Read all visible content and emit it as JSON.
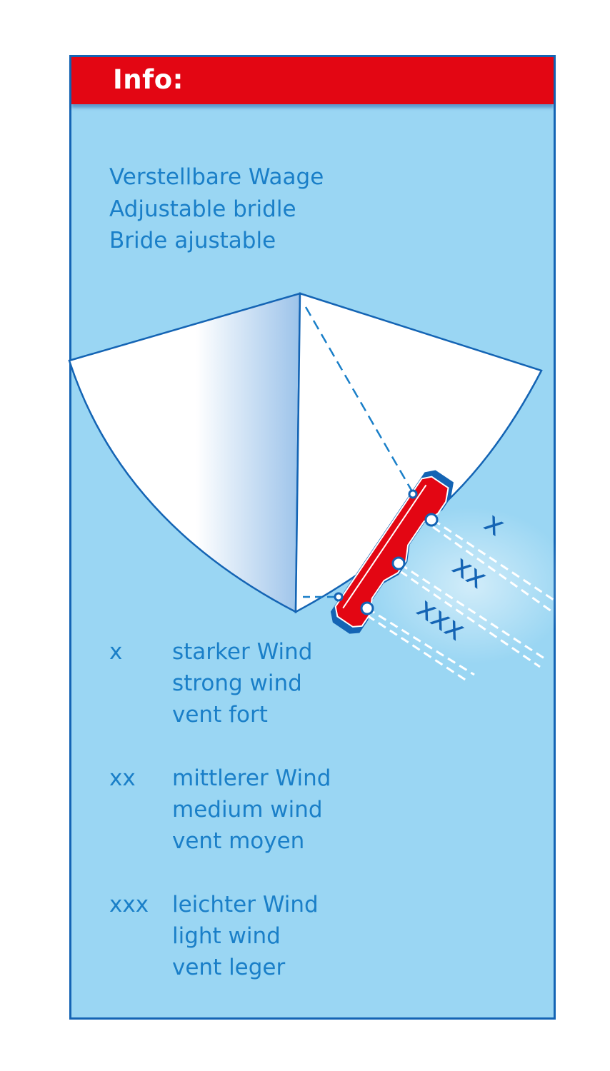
{
  "header": {
    "title": "Info:"
  },
  "intro": {
    "lines": [
      "Verstellbare Waage",
      "Adjustable bridle",
      "Bride ajustable"
    ]
  },
  "bridle_markers": [
    "x",
    "xx",
    "xxx"
  ],
  "legend": [
    {
      "key": "x",
      "lines": [
        "starker Wind",
        "strong wind",
        "vent fort"
      ]
    },
    {
      "key": "xx",
      "lines": [
        "mittlerer Wind",
        "medium wind",
        "vent moyen"
      ]
    },
    {
      "key": "xxx",
      "lines": [
        "leichter Wind",
        "light wind",
        "vent leger"
      ]
    }
  ],
  "colors": {
    "panel_background": "#9ad6f3",
    "panel_border": "#1464b4",
    "header_red": "#e30613",
    "text_blue": "#1a7fc8",
    "bridle_red": "#e30613"
  }
}
